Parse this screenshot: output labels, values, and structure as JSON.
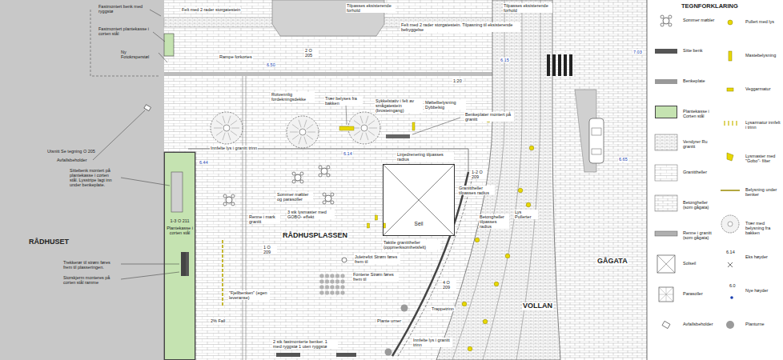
{
  "diagram": {
    "nodes": [
      {
        "text": [
          "1-3 O 211",
          "Plantekasse i corten stål"
        ]
      },
      {
        "text": [
          "Seil"
        ]
      }
    ],
    "labels": [
      "Fastmontert benk med ryggstø",
      "Fastmontert plantekasse i corten stål",
      "Ny Fotokrsperstøl",
      "Felt med 2 rader storgatestein",
      "Tilpasses eksisterende forhold",
      "Felt med 2 rader storgatestein. Tilpasning til eksisterende bebyggelse",
      "Tilpasses eksisterende forhold",
      "Rampe forkortes",
      "2 O 205",
      "1:20",
      "Rotvennlig fordekningsdekke",
      "Trær belyses fra bakken",
      "Sykkelstativ i felt av smågatestein (brosteingang)",
      "Møbelbelysning Dybbelsig",
      "Benkeplater montert på granitt",
      "Utsnitt Se tegning O 205",
      "Avfallsbeholder",
      "Innfelte lys i granitt trinn",
      "Sommer møbler og parasoller",
      "3 stk lysmaster med GOBO- effekt",
      "Renne i mark granitt",
      "RÅDHUSPLASSEN",
      "RÅDHUSET",
      "Sittebenk montert på plantekasse i corten stål. Lysstripe lagt inn under benkeplate.",
      "Trekkerør til strøm føres frem til plasseringen.",
      "Storskjerm monteres på corten stål ramme",
      "2% Fall",
      "\"Fjellbenken\" (egen leveranse)",
      "Linjedrenering tilpasses radius",
      "Granittheller tilpasses radius",
      "1-2 O 209",
      "Juletrefot Strøm føres frem til",
      "Taktile granittheller (oppmerksomhetsfelt)",
      "Fontene Strøm føres frem til",
      "Plante urner",
      "Trappetrinn",
      "Innfelte lys i granitt trinn",
      "2 stk fastmonterte benker. 1 med ryggstø 1 uten ryggstø",
      "Lys Pullerter",
      "Betongheller tilpasses radius",
      "VOLLAN",
      "GÅGATA",
      "1 O 209",
      "4 O 209",
      "6.44",
      "6.50",
      "6.15",
      "6.14",
      "7.03",
      "6.65",
      "TEGNFORKLARING",
      "6.14",
      "6.0"
    ],
    "legend": [
      {
        "text": "Sommer møbler"
      },
      {
        "text": "Sitte benk"
      },
      {
        "text": "Benkeplate"
      },
      {
        "text": "Plantekasse i Corten stål",
        "color": "#c5e3b1"
      },
      {
        "text": "Vendyrer Ru granitt"
      },
      {
        "text": "Granittheller"
      },
      {
        "text": "Betongheller (som gågata)"
      },
      {
        "text": "Renne i granitt (som gågata)"
      },
      {
        "text": "Solseil"
      },
      {
        "text": "Parasoller"
      },
      {
        "text": "Avfallsbeholder"
      },
      {
        "text": "Pullert med lys"
      },
      {
        "text": "Mastebelysning"
      },
      {
        "text": "Veggarmatur"
      },
      {
        "text": "Lysarmatur innfelt i trinn"
      },
      {
        "text": "Lysmaster med \"Gobo\"- filter"
      },
      {
        "text": "Belysning under benker"
      },
      {
        "text": "Trær med belysning fra bakken"
      },
      {
        "text": "Eks høyder"
      },
      {
        "text": "Nye høyder"
      },
      {
        "text": "Planturne"
      }
    ]
  }
}
